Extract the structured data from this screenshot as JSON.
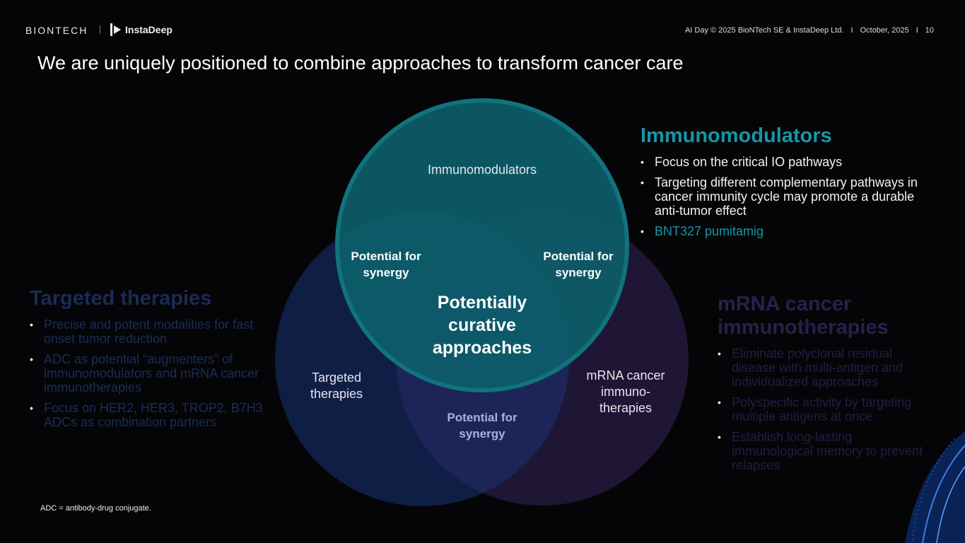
{
  "header": {
    "logo_left": "BIONTECH",
    "logo_right": "InstaDeep",
    "meta": [
      "AI Day © 2025  BioNTech SE & InstaDeep Ltd.",
      "I",
      "October, 2025",
      "I",
      "10"
    ]
  },
  "title": "We are uniquely positioned to combine approaches to transform cancer care",
  "venn": {
    "top": "Immunomodulators",
    "left": [
      "Targeted",
      "therapies"
    ],
    "right": [
      "mRNA cancer",
      "immuno-",
      "therapies"
    ],
    "synergy": [
      "Potential for",
      "synergy"
    ],
    "core": [
      "Potentially",
      "curative",
      "approaches"
    ],
    "colors": {
      "top": "#0c5f6b",
      "left": "#0f1e45",
      "right": "#1e1634",
      "overlap": "#1d2558"
    }
  },
  "immunomodulators": {
    "heading": "Immunomodulators",
    "bullets": [
      "Focus on the critical IO pathways",
      "Targeting different complementary pathways in cancer immunity cycle may promote a durable anti-tumor effect",
      "BNT327 pumitamig"
    ]
  },
  "targeted": {
    "heading": "Targeted therapies",
    "bullets": [
      "Precise and potent modalities for fast onset tumor reduction",
      "ADC as potential “augmenters” of immunomodulators and mRNA cancer immunotherapies",
      "Focus on HER2, HER3, TROP2, B7H3 ADCs as combination partners"
    ]
  },
  "mrna": {
    "heading": "mRNA cancer immunotherapies",
    "bullets": [
      "Eliminate polyclonal residual disease with multi-antigen and individualized approaches",
      "Polyspecific activity by targeting multiple antigens at once",
      "Establish long-lasting immunological memory to prevent relapses"
    ]
  },
  "footnote": "ADC = antibody-drug conjugate."
}
